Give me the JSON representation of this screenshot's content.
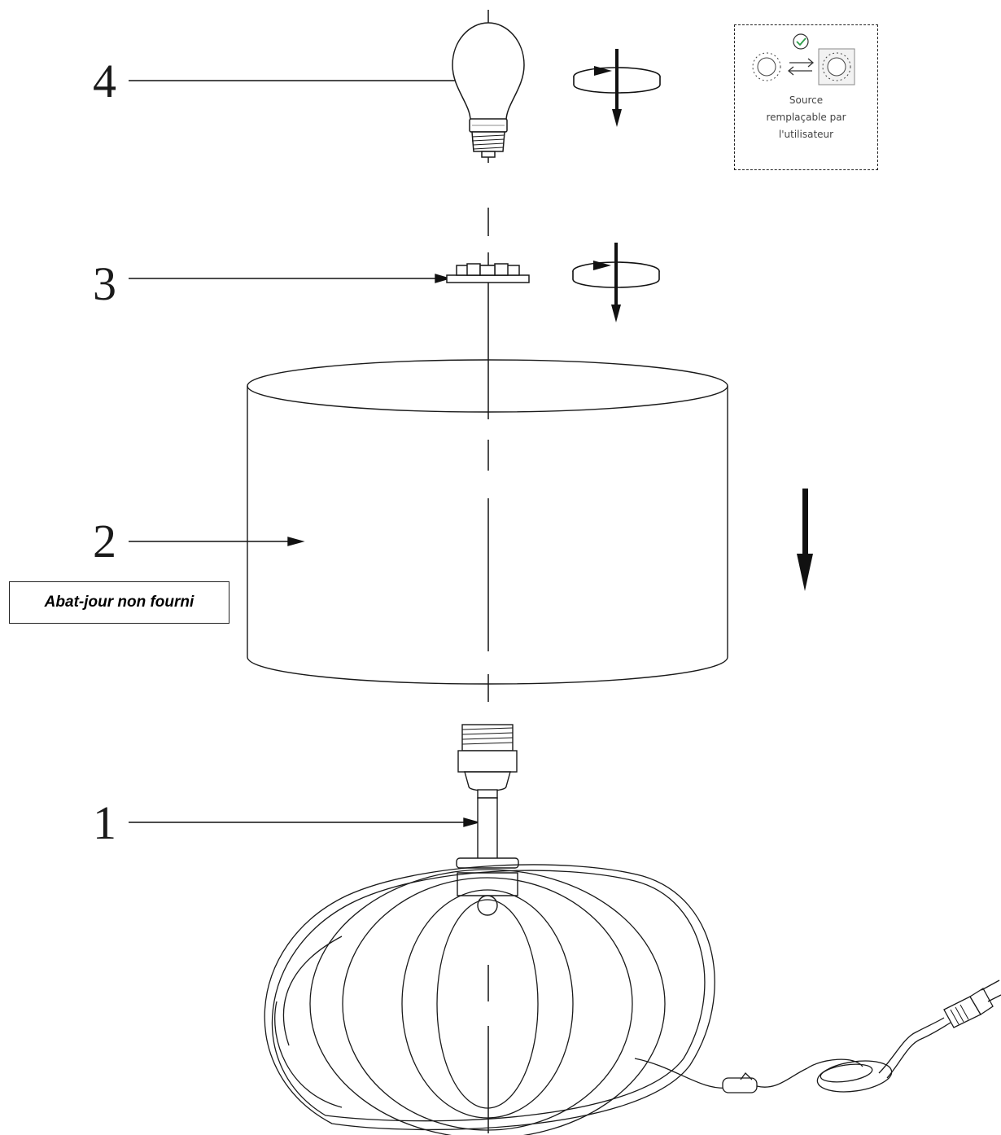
{
  "labels": {
    "part_1": "1",
    "part_2": "2",
    "part_3": "3",
    "part_4": "4"
  },
  "note": {
    "shade_not_supplied": "Abat-jour non fourni"
  },
  "replaceable_source": {
    "line1": "Source",
    "line2": "remplaçable par",
    "line3": "l'utilisateur"
  },
  "icons": [
    "bulb-icon",
    "lampshade-icon",
    "ring-nut-icon",
    "lamp-base-icon",
    "rotate-down-arrow-icon",
    "down-arrow-icon",
    "checkmark-icon",
    "sun-icon",
    "swap-arrows-icon",
    "plug-icon",
    "cord-switch-icon"
  ],
  "colors": {
    "line": "#1a1a1a",
    "check_green": "#2e9e4a"
  }
}
